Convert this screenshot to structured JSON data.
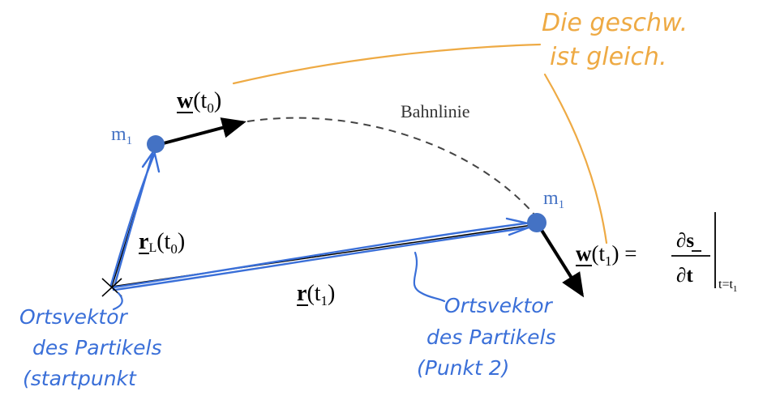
{
  "diagram": {
    "path_label": "Bahnlinie",
    "mass_label_base": "m",
    "mass_label_sub": "1",
    "vector_w_base": "w",
    "vector_w_t0": "(t",
    "vector_w_t0_sub": "0",
    "vector_w_t0_close": ")",
    "vector_rL_base": "r",
    "vector_rL_sub": "L",
    "vector_rL_arg": "(t",
    "vector_rL_arg_sub": "0",
    "vector_rL_close": ")",
    "vector_r_base": "r",
    "vector_r_arg": "(t",
    "vector_r_arg_sub": "1",
    "vector_r_close": ")",
    "formula_lhs_base": "w",
    "formula_lhs_arg": "(t",
    "formula_lhs_sub": "1",
    "formula_lhs_close": ") =",
    "formula_num_partial": "∂",
    "formula_num_s": "s",
    "formula_den": "∂t",
    "formula_eval": "t=t",
    "formula_eval_sub": "1"
  },
  "annotations": {
    "orange_line1": "Die geschw.",
    "orange_line2": "ist gleich.",
    "blue_left_line1": "Ortsvektor",
    "blue_left_line2": "des Partikels",
    "blue_left_line3": "(startpunkt",
    "blue_right_line1": "Ortsvektor",
    "blue_right_line2": "des Partikels",
    "blue_right_line3": "(Punkt 2)"
  },
  "colors": {
    "ink_black": "#000000",
    "mass_blue": "#4472c4",
    "pen_blue": "#3a6fd8",
    "pen_orange": "#eeaa44",
    "dashed_gray": "#444444"
  }
}
